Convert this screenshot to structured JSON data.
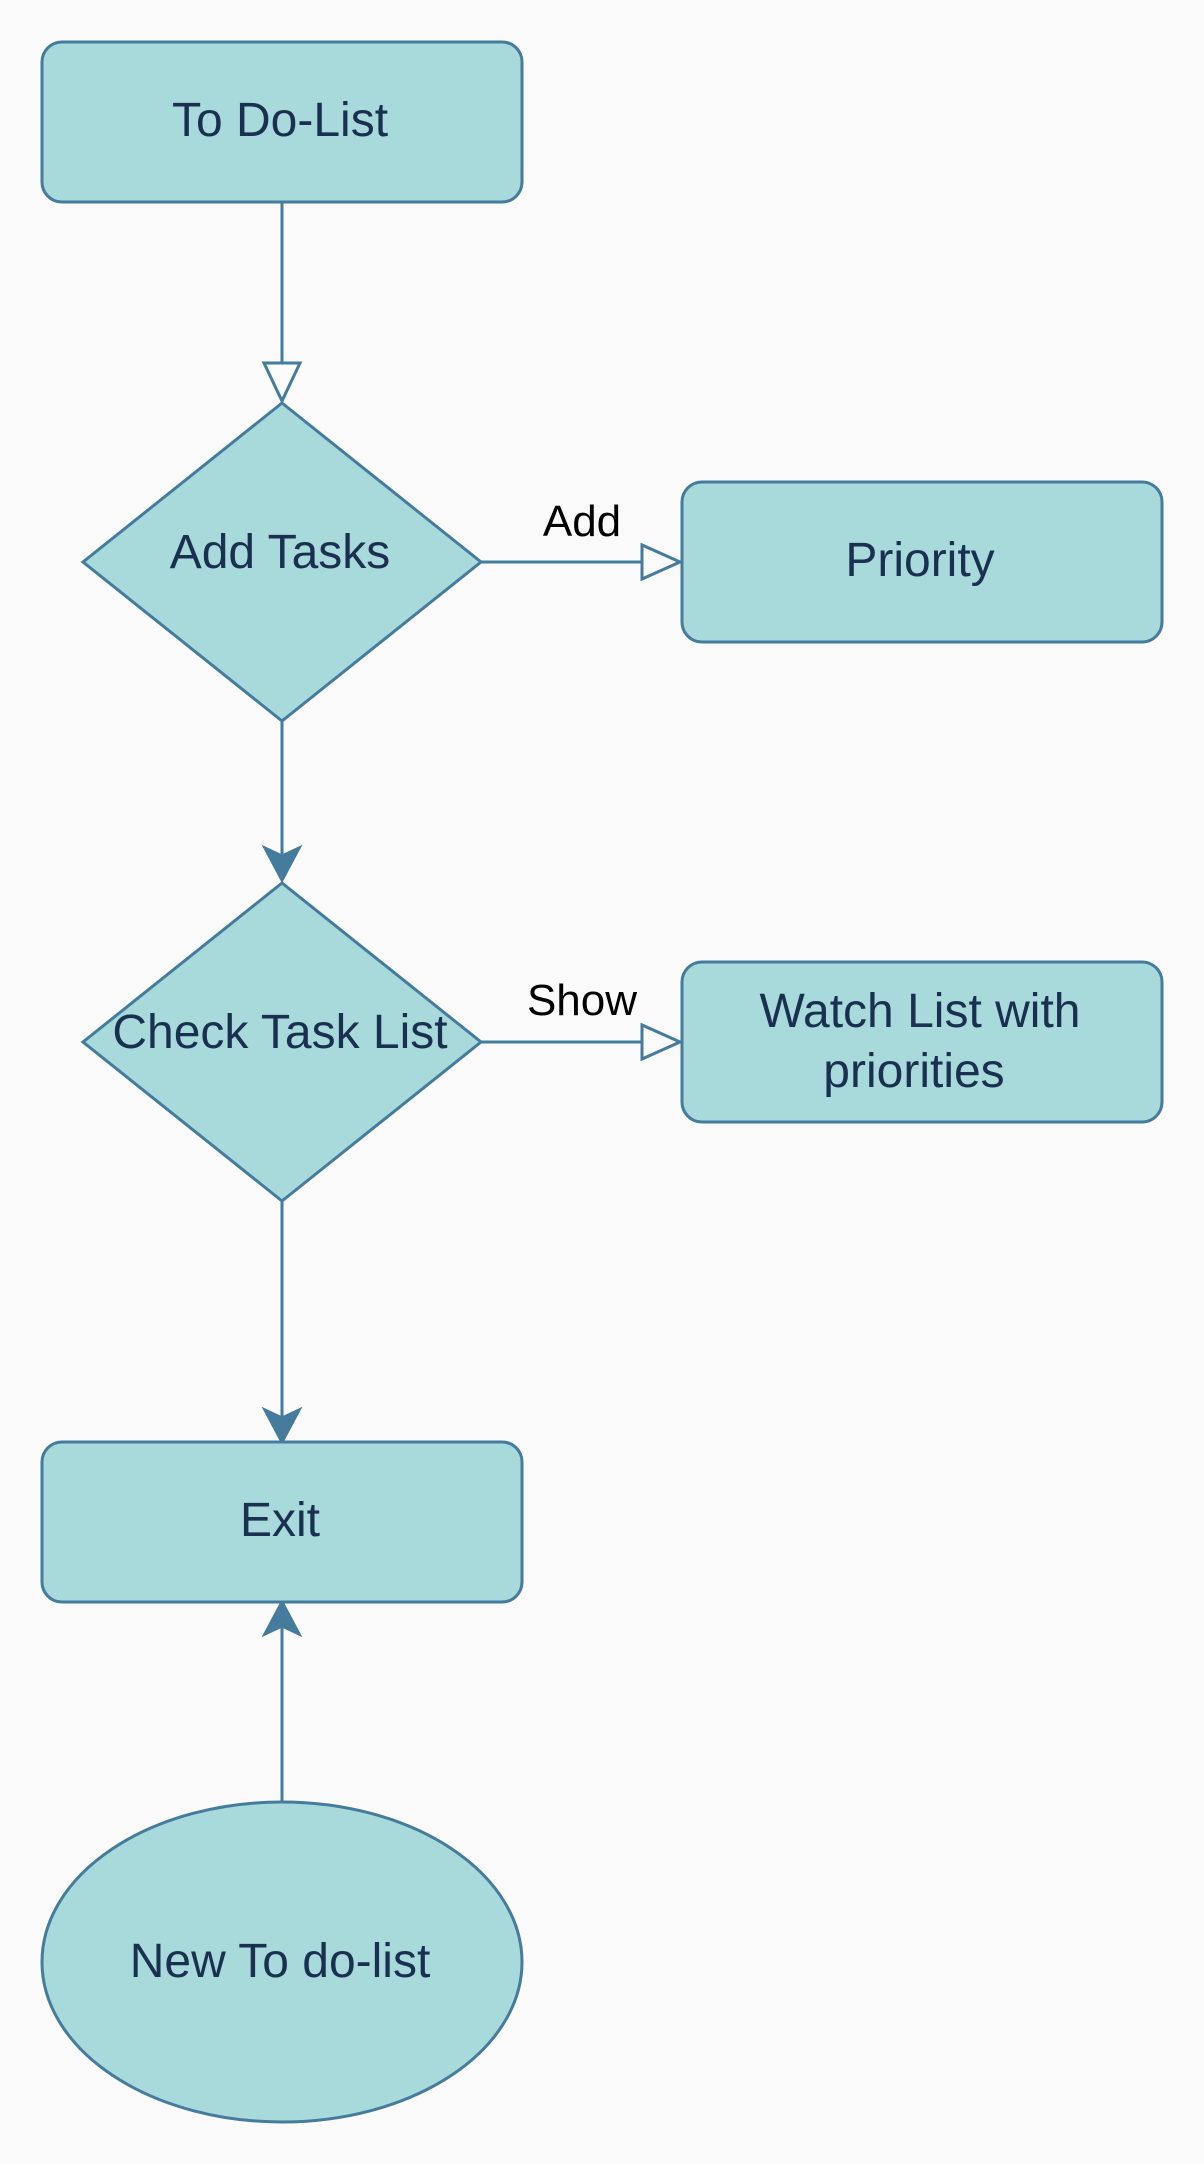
{
  "colors": {
    "background": "#fafafa",
    "node_fill": "#a8d9db",
    "node_stroke": "#457b9d",
    "node_text": "#1a3050",
    "edge": "#457b9d",
    "edge_label": "#000000"
  },
  "nodes": {
    "todo_list": "To Do-List",
    "add_tasks": "Add Tasks",
    "priority": "Priority",
    "check_task_list": "Check Task List",
    "watch_list_line1": "Watch List with",
    "watch_list_line2": "priorities",
    "exit": "Exit",
    "new_todo_list": "New To do-list"
  },
  "edges": {
    "add_label": "Add",
    "show_label": "Show"
  }
}
